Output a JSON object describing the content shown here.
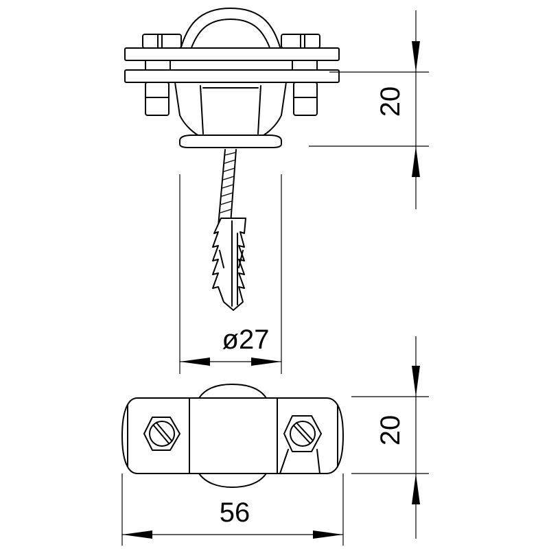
{
  "dimensions": {
    "upper_height": "20",
    "diameter": "ø27",
    "lower_height": "20",
    "width": "56"
  }
}
